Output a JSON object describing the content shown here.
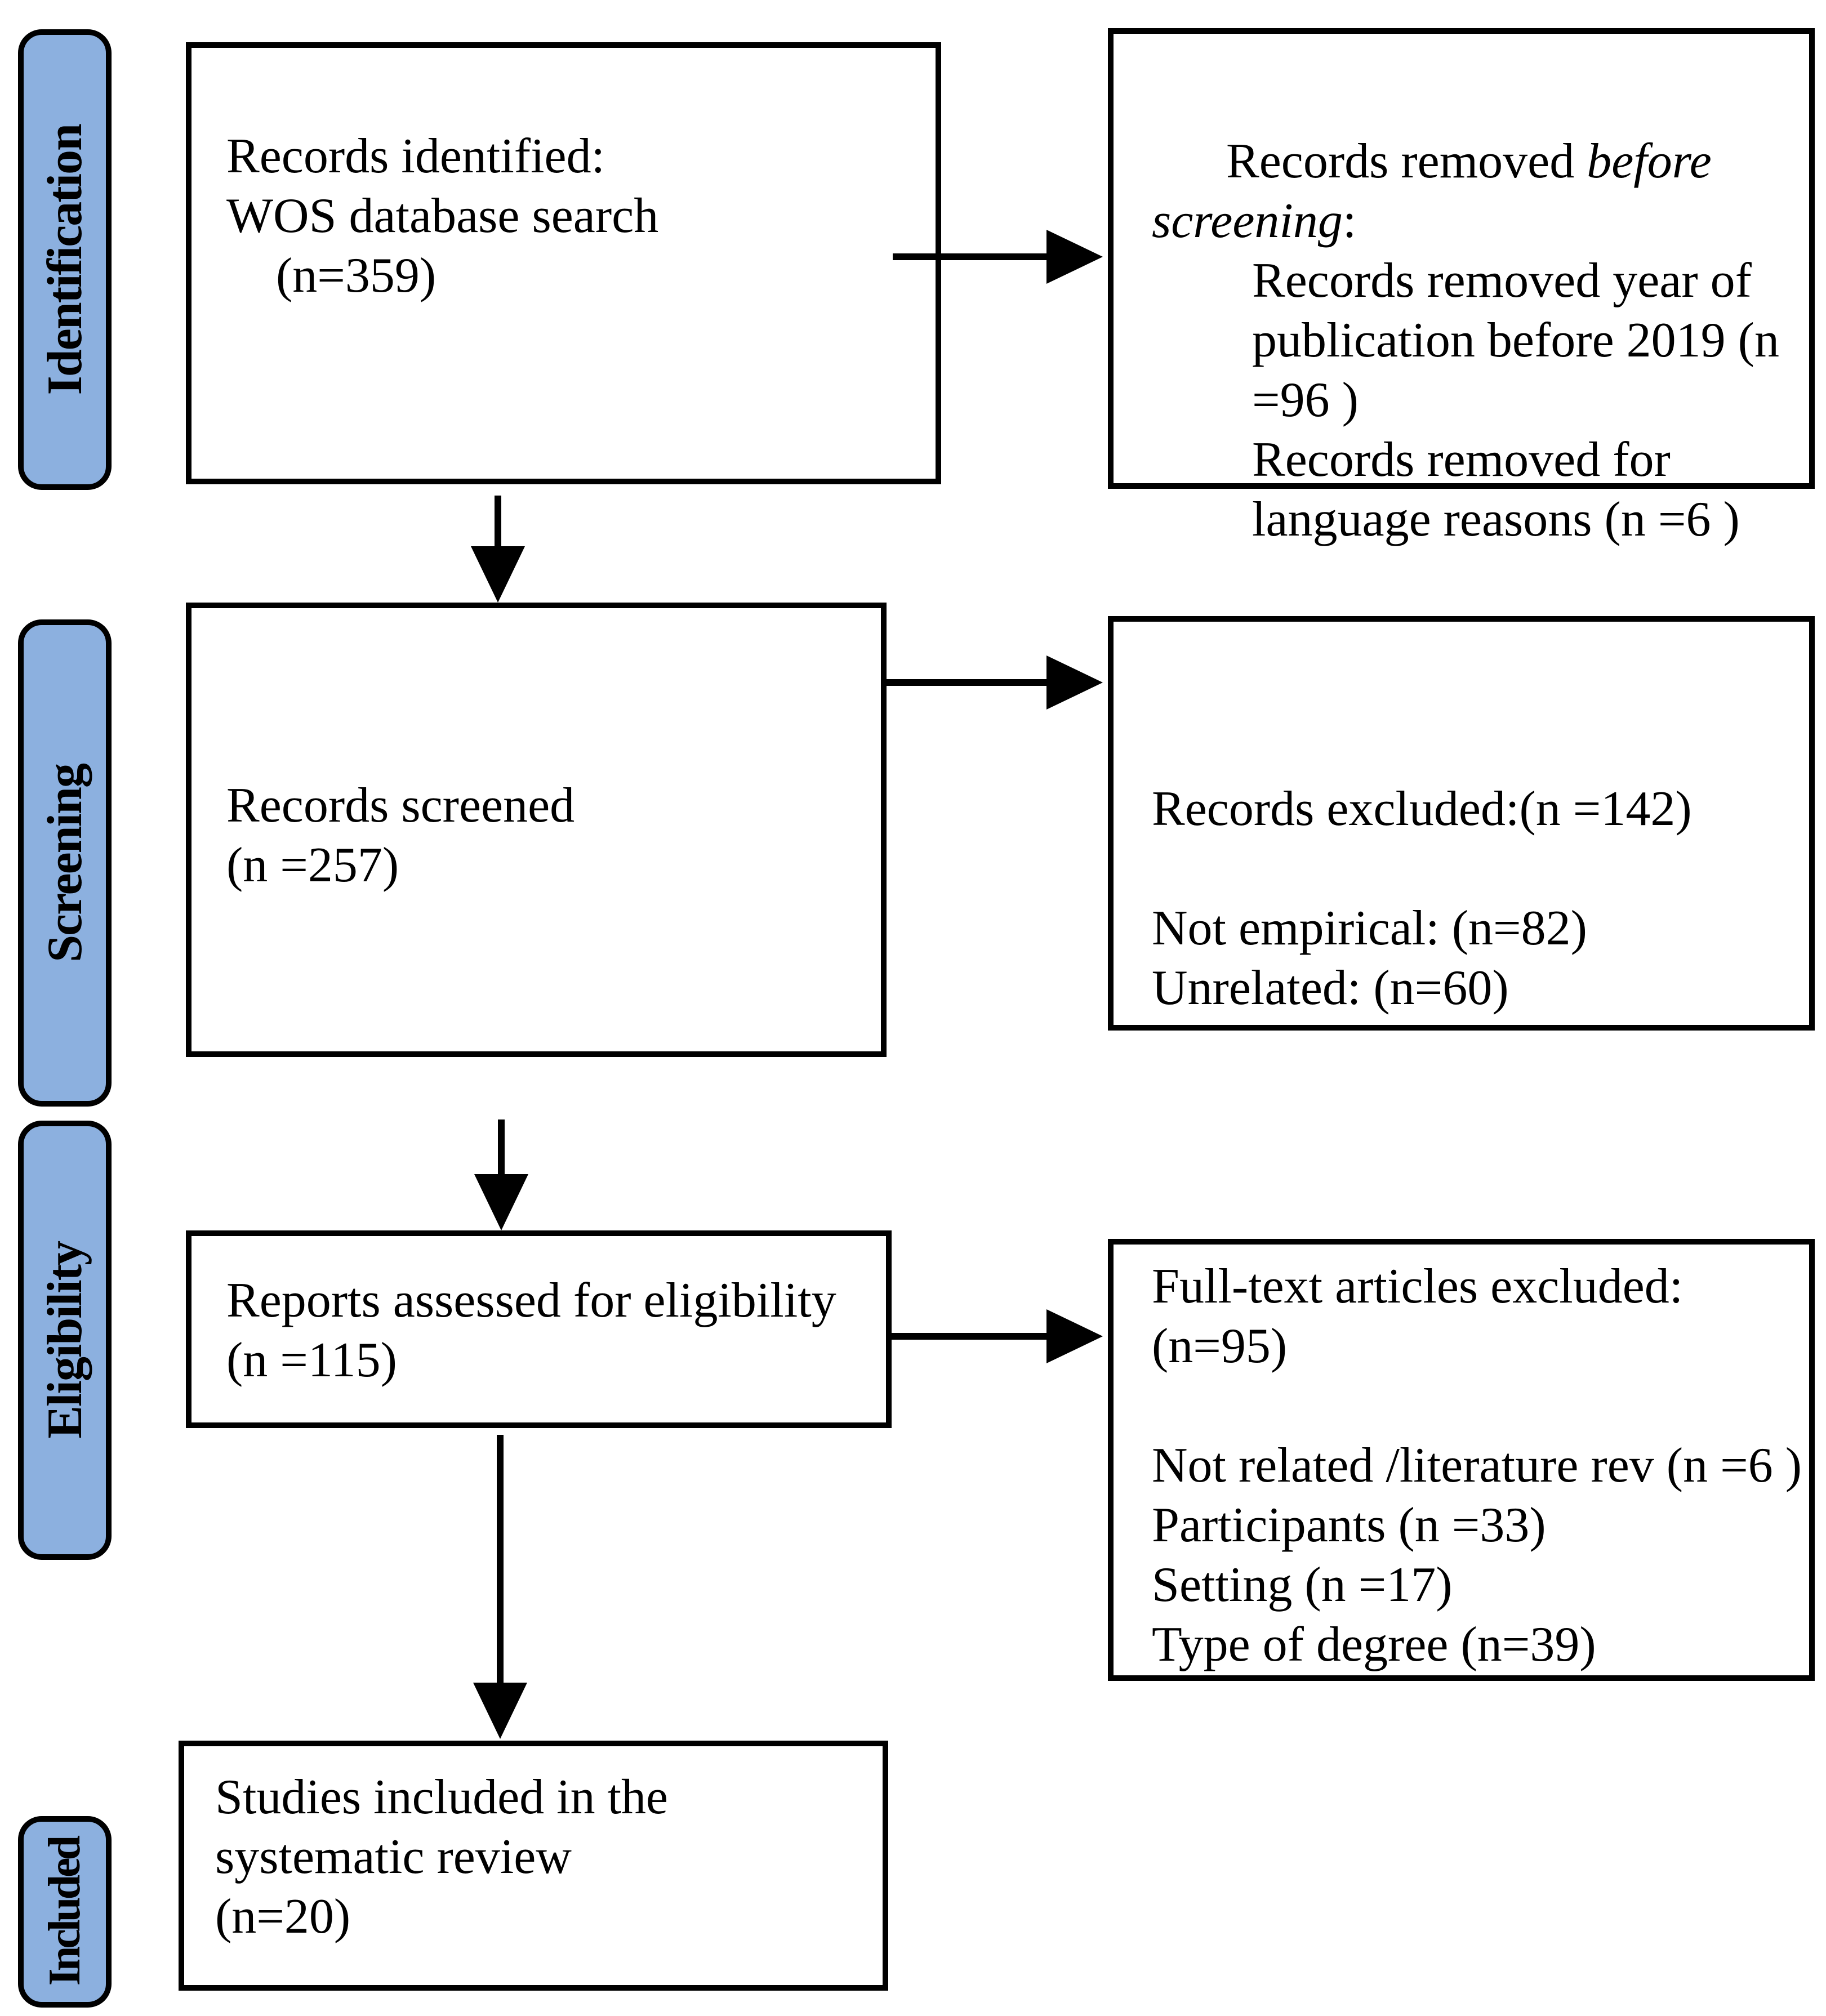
{
  "title": "PRISMA flow diagram",
  "colors": {
    "label_fill": "#8cb0df",
    "border": "#000000",
    "text": "#000000",
    "background": "#ffffff"
  },
  "sidebar": {
    "identification": "Identification",
    "screening": "Screening",
    "eligibility": "Eligibility",
    "included": "Included"
  },
  "boxes": {
    "identified": {
      "text": "Records identified:\nWOS database search\n    (n=359)"
    },
    "screened": {
      "text": "Records screened\n(n =257)"
    },
    "assessed": {
      "text": "Reports assessed for eligibility\n(n =115)"
    },
    "included": {
      "text": "Studies included in the\nsystematic review\n(n=20)"
    }
  },
  "side_boxes": {
    "removed_before_screening": {
      "prefix": "Records removed ",
      "italic": "before\nscreening",
      "suffix": ":",
      "details": "Records removed year of\npublication before 2019 (n\n=96 )\nRecords removed for\nlanguage reasons (n =6 )"
    },
    "records_excluded": {
      "text": "Records excluded:(n =142)\n\nNot empirical: (n=82)\nUnrelated: (n=60)"
    },
    "fulltext_excluded": {
      "text": "Full-text articles excluded:\n(n=95)\n\nNot related /literature rev (n =6 )\nParticipants (n =33)\nSetting (n =17)\nType of degree (n=39)"
    }
  }
}
